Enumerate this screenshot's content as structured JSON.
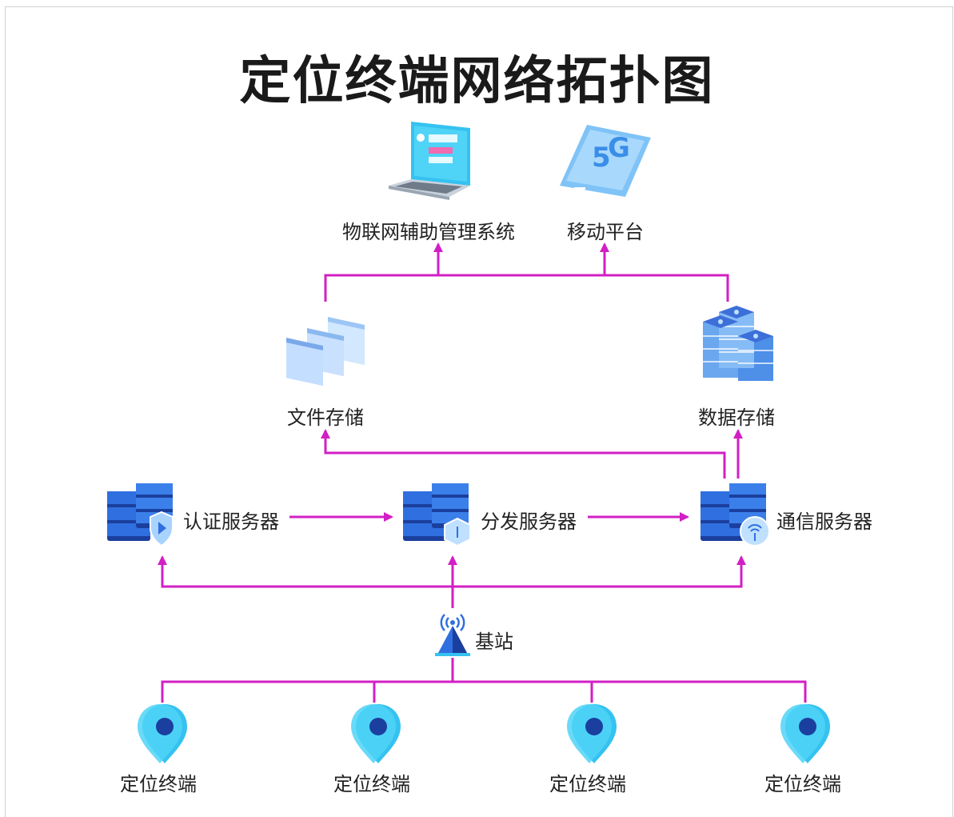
{
  "title": "定位终端网络拓扑图",
  "colors": {
    "connector": "#d21fc5",
    "icon_blue": "#2f6fe0",
    "icon_dark": "#1b3f9e",
    "icon_cyan": "#35c2f0"
  },
  "nodes": {
    "iot_mgmt": {
      "label": "物联网辅助管理系统",
      "icon": "laptop-icon"
    },
    "mobile": {
      "label": "移动平台",
      "icon": "5g-phone-icon"
    },
    "file_storage": {
      "label": "文件存储",
      "icon": "folders-icon"
    },
    "data_storage": {
      "label": "数据存储",
      "icon": "database-stack-icon"
    },
    "auth_server": {
      "label": "认证服务器",
      "icon": "server-shield-icon"
    },
    "dist_server": {
      "label": "分发服务器",
      "icon": "server-cube-icon"
    },
    "comm_server": {
      "label": "通信服务器",
      "icon": "server-signal-icon"
    },
    "base_station": {
      "label": "基站",
      "icon": "base-station-icon"
    },
    "terminals": [
      {
        "label": "定位终端",
        "icon": "location-pin-icon"
      },
      {
        "label": "定位终端",
        "icon": "location-pin-icon"
      },
      {
        "label": "定位终端",
        "icon": "location-pin-icon"
      },
      {
        "label": "定位终端",
        "icon": "location-pin-icon"
      }
    ]
  }
}
